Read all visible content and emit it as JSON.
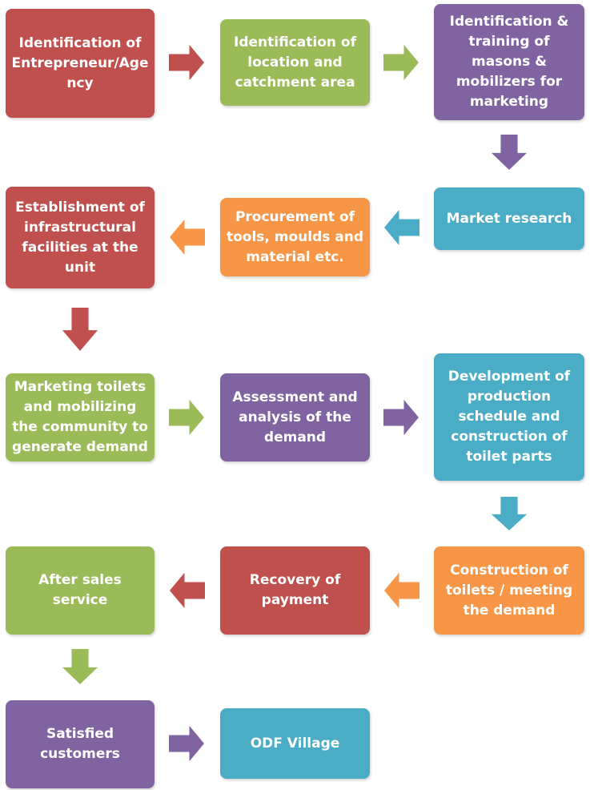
{
  "colors": {
    "red": "#c0504d",
    "green": "#9bbb59",
    "purple": "#8064a2",
    "teal": "#4bacc6",
    "orange": "#f79646"
  },
  "steps": [
    {
      "id": "s1",
      "label": "Identification of Entrepreneur/Agency",
      "color": "#c0504d"
    },
    {
      "id": "s2",
      "label": "Identification of location and catchment area",
      "color": "#9bbb59"
    },
    {
      "id": "s3",
      "label": "Identification & training of masons & mobilizers for marketing",
      "color": "#8064a2"
    },
    {
      "id": "s4",
      "label": "Market research",
      "color": "#4bacc6"
    },
    {
      "id": "s5",
      "label": "Procurement of tools, moulds and material etc.",
      "color": "#f79646"
    },
    {
      "id": "s6",
      "label": "Establishment of infrastructural facilities at the unit",
      "color": "#c0504d"
    },
    {
      "id": "s7",
      "label": "Marketing toilets and mobilizing the community to generate demand",
      "color": "#9bbb59"
    },
    {
      "id": "s8",
      "label": "Assessment and analysis of the demand",
      "color": "#8064a2"
    },
    {
      "id": "s9",
      "label": "Development of production schedule and construction of toilet parts",
      "color": "#4bacc6"
    },
    {
      "id": "s10",
      "label": "Construction of toilets / meeting the demand",
      "color": "#f79646"
    },
    {
      "id": "s11",
      "label": "Recovery of payment",
      "color": "#c0504d"
    },
    {
      "id": "s12",
      "label": "After sales service",
      "color": "#9bbb59"
    },
    {
      "id": "s13",
      "label": "Satisfied customers",
      "color": "#8064a2"
    },
    {
      "id": "s14",
      "label": "ODF Village",
      "color": "#4bacc6"
    }
  ],
  "arrows": [
    {
      "from": "s1",
      "to": "s2",
      "direction": "right",
      "color": "#c0504d"
    },
    {
      "from": "s2",
      "to": "s3",
      "direction": "right",
      "color": "#9bbb59"
    },
    {
      "from": "s3",
      "to": "s4",
      "direction": "down",
      "color": "#8064a2"
    },
    {
      "from": "s4",
      "to": "s5",
      "direction": "left",
      "color": "#4bacc6"
    },
    {
      "from": "s5",
      "to": "s6",
      "direction": "left",
      "color": "#f79646"
    },
    {
      "from": "s6",
      "to": "s7",
      "direction": "down",
      "color": "#c0504d"
    },
    {
      "from": "s7",
      "to": "s8",
      "direction": "right",
      "color": "#9bbb59"
    },
    {
      "from": "s8",
      "to": "s9",
      "direction": "right",
      "color": "#8064a2"
    },
    {
      "from": "s9",
      "to": "s10",
      "direction": "down",
      "color": "#4bacc6"
    },
    {
      "from": "s10",
      "to": "s11",
      "direction": "left",
      "color": "#f79646"
    },
    {
      "from": "s11",
      "to": "s12",
      "direction": "left",
      "color": "#c0504d"
    },
    {
      "from": "s12",
      "to": "s13",
      "direction": "down",
      "color": "#9bbb59"
    },
    {
      "from": "s13",
      "to": "s14",
      "direction": "right",
      "color": "#8064a2"
    }
  ]
}
